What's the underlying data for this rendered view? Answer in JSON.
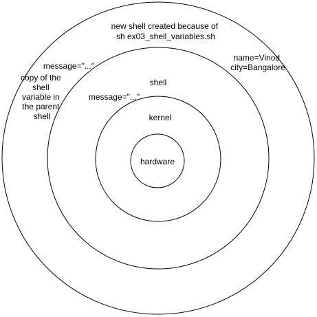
{
  "diagram": {
    "stroke_color": "#000000",
    "background": "#ffffff",
    "layers": [
      {
        "id": "new-shell",
        "label_lines": [
          "new shell created because of",
          "sh ex03_shell_variables.sh"
        ]
      },
      {
        "id": "shell",
        "label_lines": [
          "shell"
        ]
      },
      {
        "id": "kernel",
        "label_lines": [
          "kernel"
        ]
      },
      {
        "id": "hardware",
        "label_lines": [
          "hardware"
        ]
      }
    ],
    "annotations": {
      "outer_message": "message=\"...\"",
      "copy_note_lines": [
        "copy of the",
        "shell",
        "variable in",
        "the parent",
        "shell"
      ],
      "env_lines": [
        "name=Vinod",
        "city=Bangalore"
      ],
      "shell_message": "message=\"...\""
    }
  }
}
